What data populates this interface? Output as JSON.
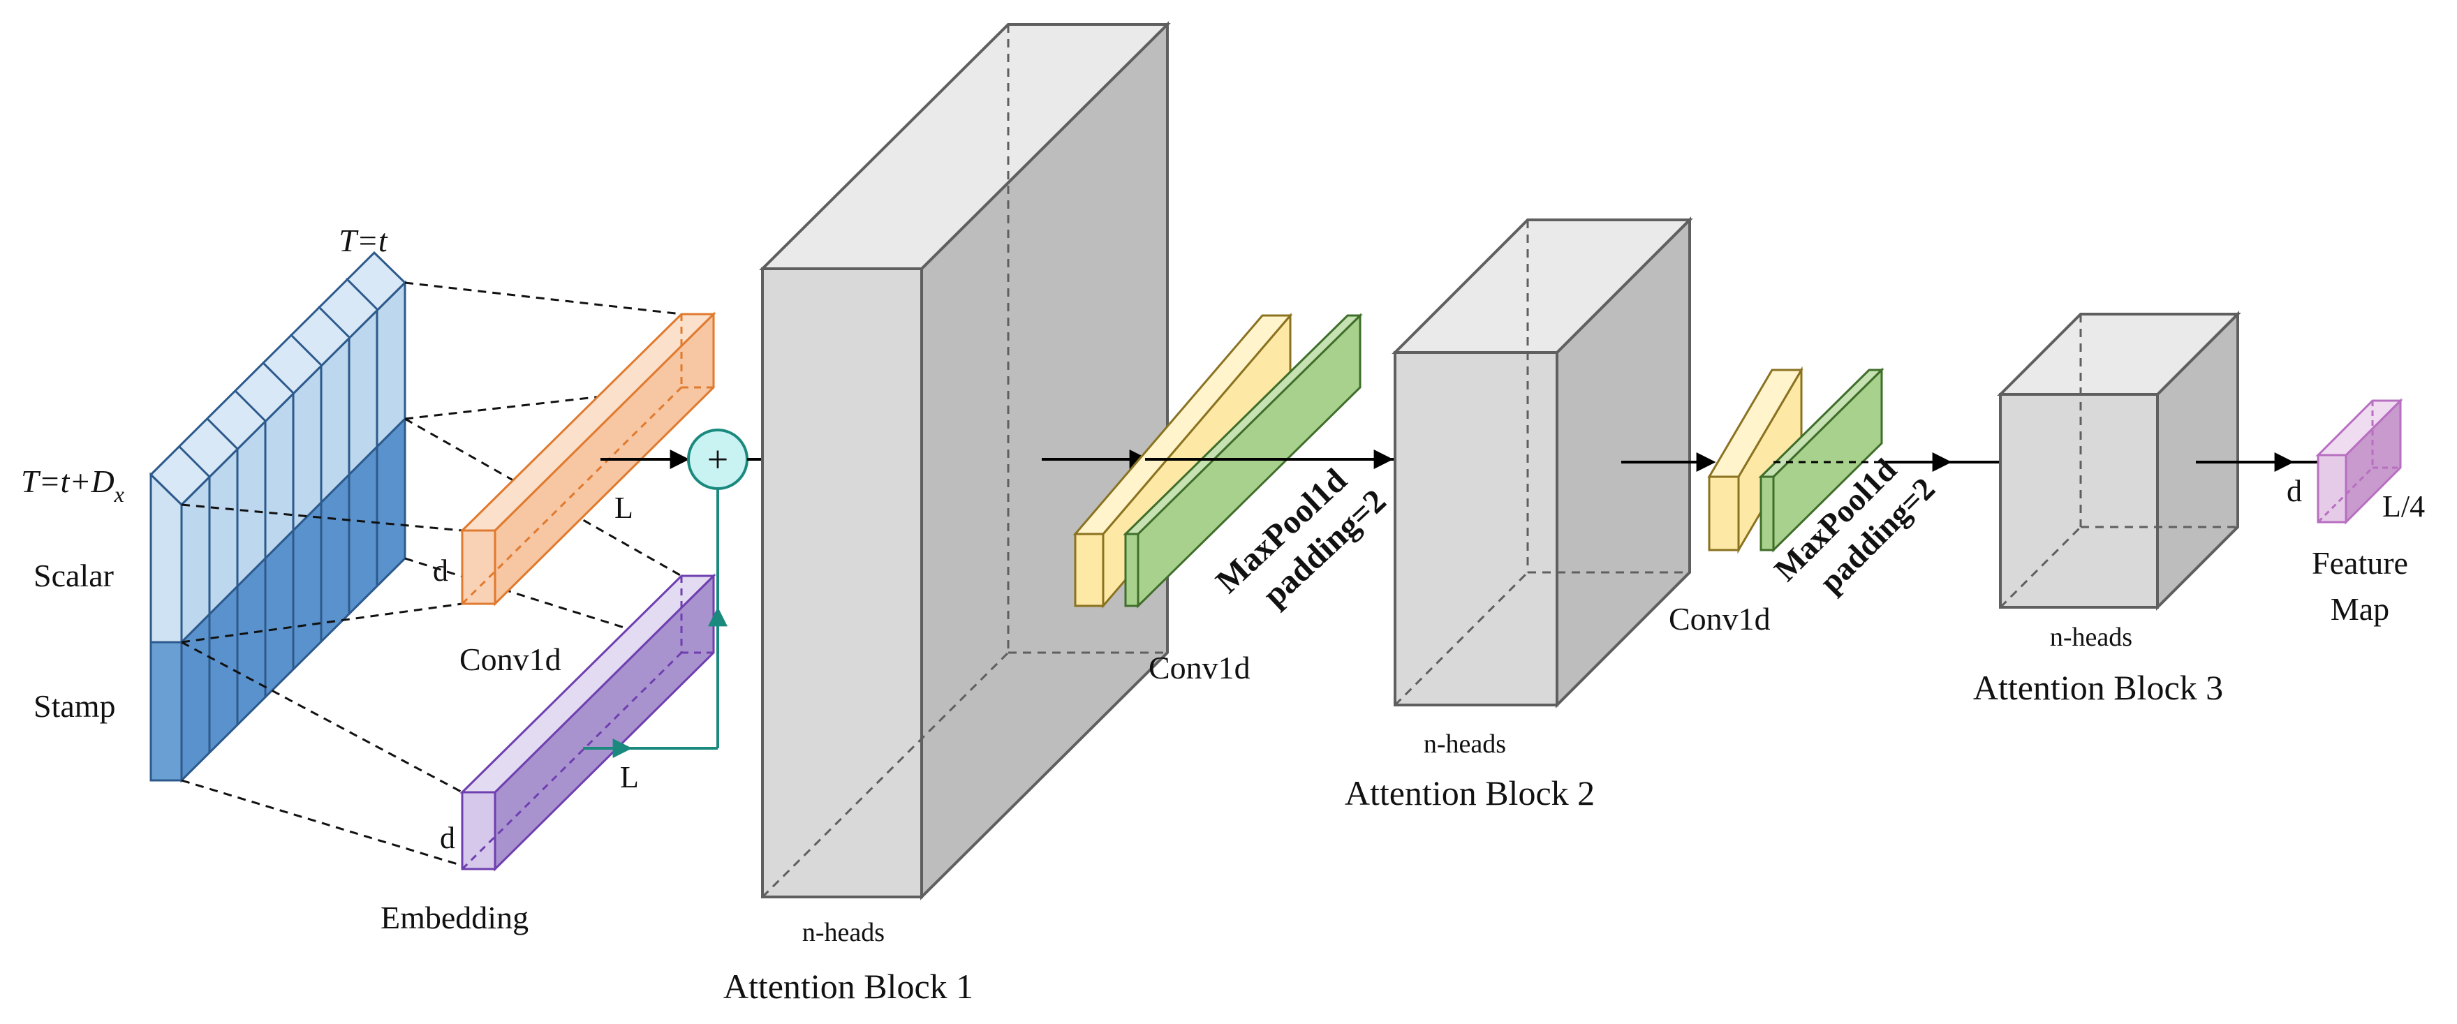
{
  "labels": {
    "t_top": "T=t",
    "t_left": "T=t+D",
    "t_left_sub": "x",
    "scalar": "Scalar",
    "stamp": "Stamp",
    "conv_L": "L",
    "conv_d": "d",
    "conv1d_1": "Conv1d",
    "emb_L": "L",
    "emb_d": "d",
    "embedding": "Embedding",
    "plus": "+",
    "nheads_1": "n-heads",
    "block_1": "Attention Block 1",
    "conv1d_2": "Conv1d",
    "maxpool_1_line1": "MaxPool1d",
    "maxpool_1_line2": "padding=2",
    "nheads_2": "n-heads",
    "block_2": "Attention Block 2",
    "conv1d_3": "Conv1d",
    "maxpool_2_line1": "MaxPool1d",
    "maxpool_2_line2": "padding=2",
    "nheads_3": "n-heads",
    "block_3": "Attention Block 3",
    "out_d": "d",
    "out_L4": "L/4",
    "feature_line1": "Feature",
    "feature_line2": "Map"
  },
  "colors": {
    "scalar_face": "#bcd7ee",
    "scalar_top": "#d9e8f6",
    "stamp_face": "#6a9fd4",
    "stamp_side": "#4f86c2",
    "blue_stroke": "#2d5a8c",
    "orange_fill": "#f7c6a3",
    "orange_dark": "#f0a775",
    "orange_stroke": "#e07a2e",
    "purple_fill": "#d5c8ea",
    "purple_dark": "#a993cf",
    "purple_stroke": "#6f3fb0",
    "teal": "#1a8a7e",
    "teal_fill": "#c9f3f2",
    "block_front": "#d9d9d9",
    "block_side": "#bdbdbd",
    "block_top": "#eaeaea",
    "block_stroke": "#5f5f5f",
    "yellow_fill": "#fde9a5",
    "yellow_stroke": "#8a7220",
    "green_fill": "#a9d18e",
    "green_stroke": "#3f6e2a",
    "pink_fill": "#e6cbe9",
    "pink_dark": "#c99acd",
    "pink_stroke": "#b76fc0"
  }
}
